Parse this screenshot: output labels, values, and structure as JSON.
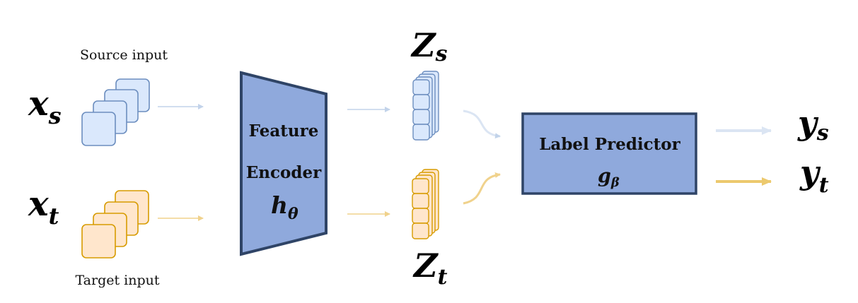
{
  "source": {
    "caption": "Source input",
    "var_main": "x",
    "var_sub": "s",
    "feature_main": "Z",
    "feature_sub": "s",
    "output_main": "y",
    "output_sub": "s"
  },
  "target": {
    "caption": "Target input",
    "var_main": "x",
    "var_sub": "t",
    "feature_main": "Z",
    "feature_sub": "t",
    "output_main": "y",
    "output_sub": "t"
  },
  "encoder": {
    "line1": "Feature",
    "line2": "Encoder",
    "symbol_main": "h",
    "symbol_sub": "θ"
  },
  "predictor": {
    "label": "Label Predictor",
    "symbol_main": "g",
    "symbol_sub": "β"
  },
  "colors": {
    "source_fill": "#dae8fc",
    "source_stroke": "#6c8ebf",
    "source_arrow": "#c2d3ea",
    "target_fill": "#ffe6cc",
    "target_stroke": "#d79b00",
    "target_arrow": "#f0d28c",
    "block_fill": "#8fa9dc",
    "block_stroke": "#2f4466"
  }
}
